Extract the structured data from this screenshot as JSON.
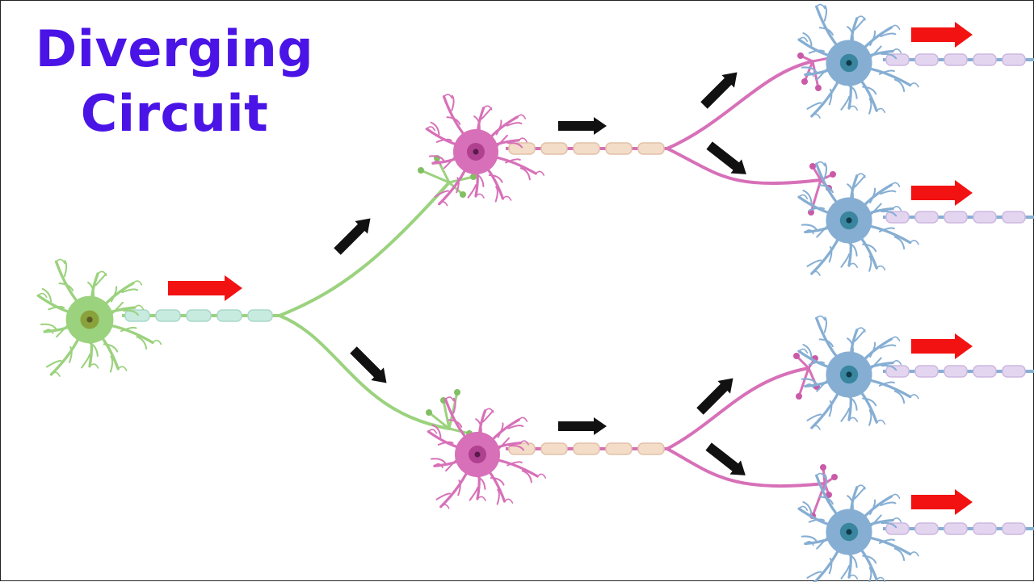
{
  "title": {
    "line1": "Diverging",
    "line2": "Circuit"
  },
  "colors": {
    "title": "#4a14e6",
    "neuron_green": "#9bd27e",
    "neuron_green_dark": "#82bf63",
    "myelin_green": "#c8ebe0",
    "neuron_pink": "#d770b8",
    "neuron_pink_dark": "#c95aa8",
    "myelin_pink": "#f3dcc8",
    "neuron_blue": "#86aed3",
    "neuron_blue_dark": "#6f98c2",
    "myelin_blue": "#e3d5ef",
    "arrow_red": "#f31212",
    "arrow_black": "#111111"
  },
  "diagram": {
    "levels": [
      {
        "level": 1,
        "neuron_color": "green",
        "count": 1
      },
      {
        "level": 2,
        "neuron_color": "pink",
        "count": 2
      },
      {
        "level": 3,
        "neuron_color": "blue",
        "count": 4
      }
    ],
    "arrows": {
      "red": 5,
      "black": 8
    }
  }
}
